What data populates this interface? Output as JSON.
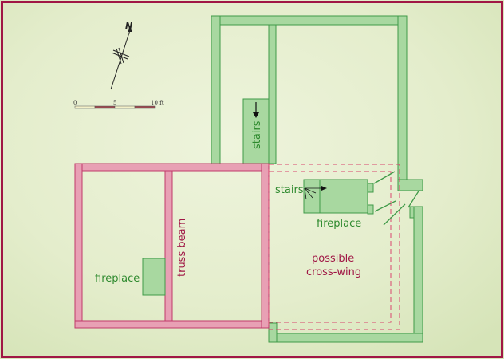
{
  "compass": {
    "label": "N"
  },
  "scale": {
    "ticks": [
      "0",
      "5",
      "10 ft"
    ]
  },
  "labels": {
    "stairs_north": "stairs",
    "stairs_east": "stairs",
    "fireplace_east": "fireplace",
    "fireplace_west": "fireplace",
    "truss_beam": "truss beam",
    "possible_crosswing_line1": "possible",
    "possible_crosswing_line2": "cross-wing"
  },
  "colors": {
    "background": "#e8f0d4",
    "frame": "#a01745",
    "green_wall_fill": "#a8d8a0",
    "green_wall_stroke": "#3f9a48",
    "pink_wall_fill": "#e8a0b4",
    "pink_wall_stroke": "#c03a6a",
    "dashed": "#d9456e",
    "text_green": "#2e8a2e",
    "text_red": "#a01745"
  }
}
